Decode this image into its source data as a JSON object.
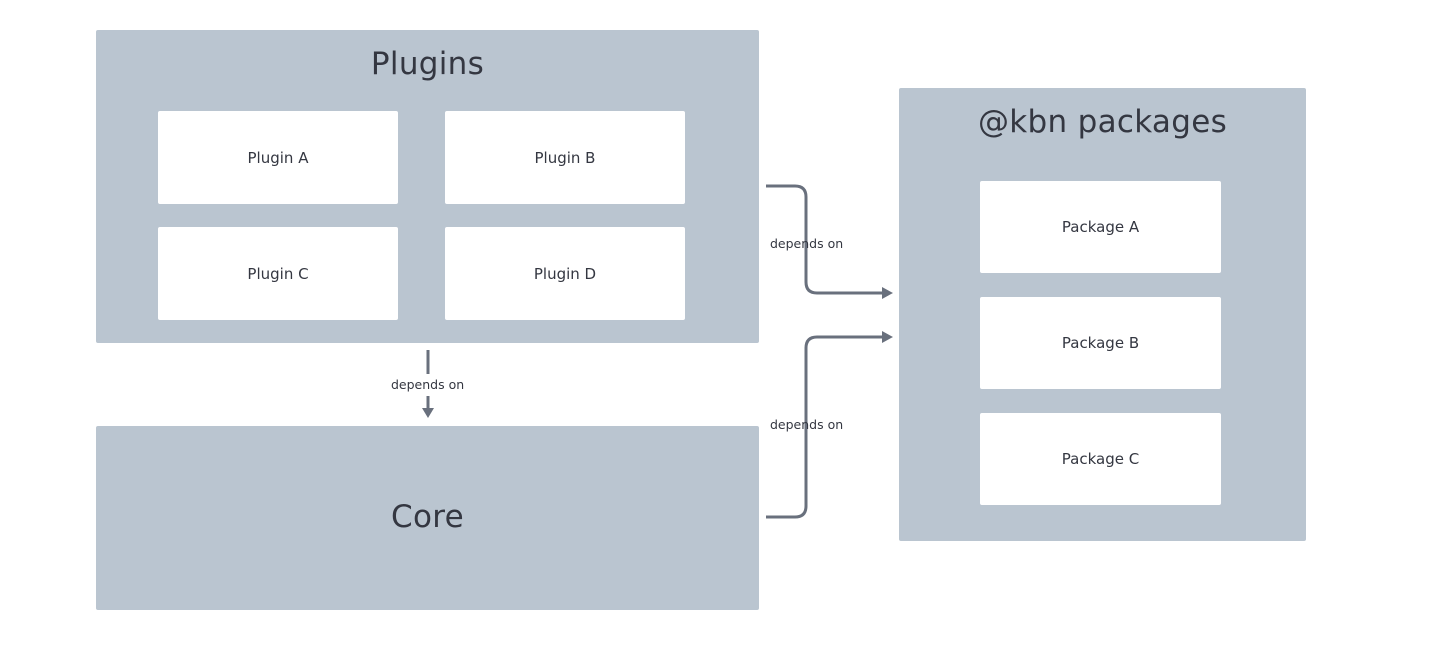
{
  "plugins": {
    "title": "Plugins",
    "items": [
      "Plugin A",
      "Plugin B",
      "Plugin C",
      "Plugin D"
    ]
  },
  "core": {
    "title": "Core"
  },
  "packages": {
    "title": "@kbn packages",
    "items": [
      "Package A",
      "Package B",
      "Package C"
    ]
  },
  "edges": {
    "plugins_to_core": "depends on",
    "plugins_to_packages": "depends on",
    "core_to_packages": "depends on"
  },
  "colors": {
    "group_fill": "#bac5d0",
    "box_fill": "#ffffff",
    "connector": "#69707d",
    "text": "#343741"
  }
}
